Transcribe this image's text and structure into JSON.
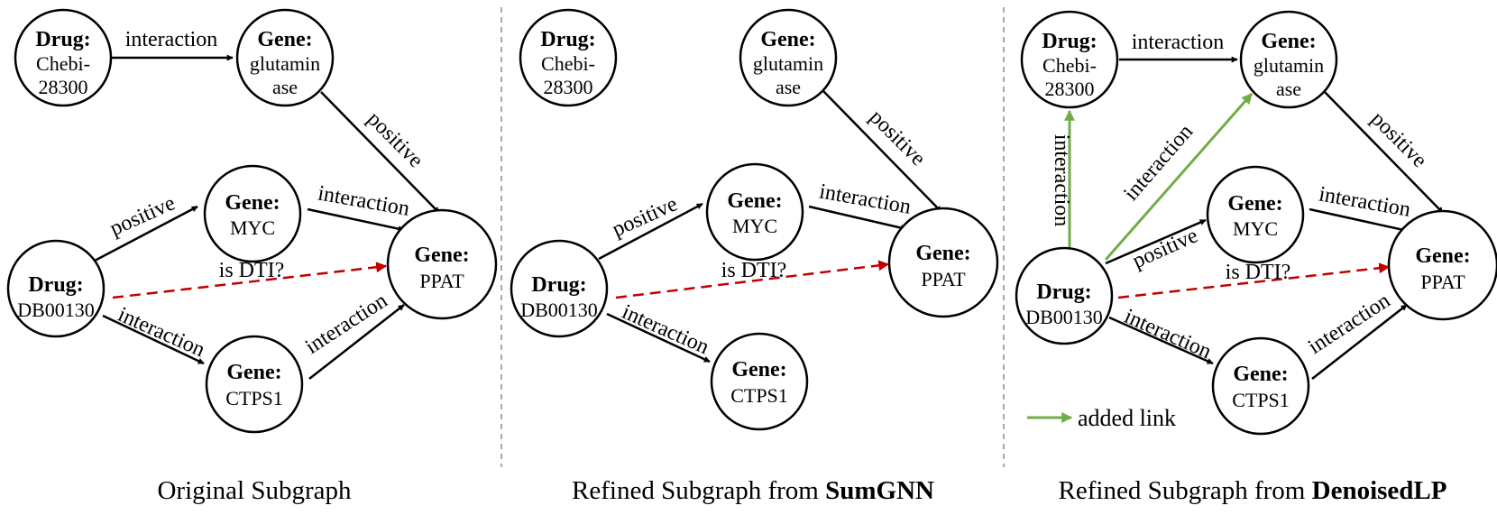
{
  "colors": {
    "edge": "#000000",
    "predicted": "#c00000",
    "added": "#70ad47"
  },
  "panels": [
    {
      "caption_prefix": "Original Subgraph",
      "caption_bold": "",
      "nodes": [
        {
          "type": "Drug:",
          "name_lines": [
            "Chebi-",
            "28300"
          ]
        },
        {
          "type": "Gene:",
          "name_lines": [
            "glutamin",
            "ase"
          ]
        },
        {
          "type": "Gene:",
          "name_lines": [
            "MYC"
          ]
        },
        {
          "type": "Drug:",
          "name_lines": [
            "DB00130"
          ]
        },
        {
          "type": "Gene:",
          "name_lines": [
            "PPAT"
          ]
        },
        {
          "type": "Gene:",
          "name_lines": [
            "CTPS1"
          ]
        }
      ],
      "edge_labels": [
        "interaction",
        "positive",
        "positive",
        "interaction",
        "is DTI?",
        "interaction",
        "interaction"
      ]
    },
    {
      "caption_prefix": "Refined Subgraph from ",
      "caption_bold": "SumGNN",
      "nodes": [
        {
          "type": "Drug:",
          "name_lines": [
            "Chebi-",
            "28300"
          ]
        },
        {
          "type": "Gene:",
          "name_lines": [
            "glutamin",
            "ase"
          ]
        },
        {
          "type": "Gene:",
          "name_lines": [
            "MYC"
          ]
        },
        {
          "type": "Drug:",
          "name_lines": [
            "DB00130"
          ]
        },
        {
          "type": "Gene:",
          "name_lines": [
            "PPAT"
          ]
        },
        {
          "type": "Gene:",
          "name_lines": [
            "CTPS1"
          ]
        }
      ],
      "edge_labels": [
        "positive",
        "positive",
        "interaction",
        "is DTI?",
        "interaction"
      ]
    },
    {
      "caption_prefix": "Refined Subgraph from ",
      "caption_bold": "DenoisedLP",
      "nodes": [
        {
          "type": "Drug:",
          "name_lines": [
            "Chebi-",
            "28300"
          ]
        },
        {
          "type": "Gene:",
          "name_lines": [
            "glutamin",
            "ase"
          ]
        },
        {
          "type": "Gene:",
          "name_lines": [
            "MYC"
          ]
        },
        {
          "type": "Drug:",
          "name_lines": [
            "DB00130"
          ]
        },
        {
          "type": "Gene:",
          "name_lines": [
            "PPAT"
          ]
        },
        {
          "type": "Gene:",
          "name_lines": [
            "CTPS1"
          ]
        }
      ],
      "edge_labels": [
        "interaction",
        "positive",
        "interaction",
        "interaction",
        "positive",
        "interaction",
        "is DTI?",
        "interaction",
        "interaction"
      ],
      "legend_label": "added link"
    }
  ]
}
